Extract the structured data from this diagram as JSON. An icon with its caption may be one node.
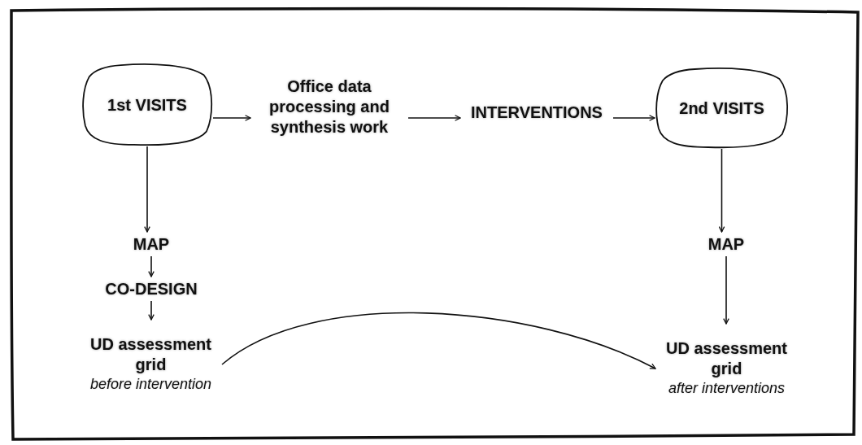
{
  "diagram": {
    "nodes": [
      {
        "text": [
          "1st VISITS"
        ]
      },
      {
        "text": [
          "Office data processing and synthesis work"
        ]
      },
      {
        "text": [
          "INTERVENTIONS"
        ]
      },
      {
        "text": [
          "2nd VISITS"
        ]
      },
      {
        "text": [
          "MAP"
        ]
      },
      {
        "text": [
          "CO-DESIGN"
        ]
      },
      {
        "text": [
          "UD assessment grid",
          "before intervention"
        ]
      },
      {
        "text": [
          "MAP"
        ]
      },
      {
        "text": [
          "UD assessment grid",
          "after interventions"
        ]
      }
    ],
    "edges": [
      {
        "from": 0,
        "to": 1,
        "arrow": "to"
      },
      {
        "from": 1,
        "to": 2,
        "arrow": "to"
      },
      {
        "from": 2,
        "to": 3,
        "arrow": "to"
      },
      {
        "from": 0,
        "to": 4,
        "arrow": "to"
      },
      {
        "from": 4,
        "to": 5,
        "arrow": "to"
      },
      {
        "from": 5,
        "to": 6,
        "arrow": "to"
      },
      {
        "from": 3,
        "to": 7,
        "arrow": "to"
      },
      {
        "from": 7,
        "to": 8,
        "arrow": "to"
      },
      {
        "from": 6,
        "to": 8,
        "arrow": "to"
      }
    ]
  }
}
